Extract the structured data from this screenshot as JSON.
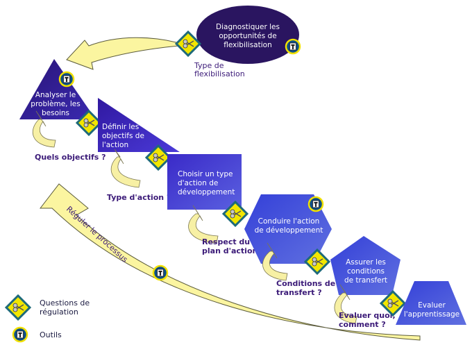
{
  "diagram": {
    "nodes": [
      {
        "id": "diagnostiquer",
        "lines": [
          "Diagnostiquer les",
          "opportunités de",
          "flexibilisation"
        ],
        "shape": "ellipse",
        "color": "#2a1560",
        "has_tool": true
      },
      {
        "id": "analyser",
        "lines": [
          "Analyser le",
          "problème, les",
          "besoins"
        ],
        "shape": "triangle",
        "color": "#2b1a80",
        "has_tool": true
      },
      {
        "id": "definir",
        "lines": [
          "Définir les",
          "objectifs de",
          "l'action"
        ],
        "shape": "right-triangle",
        "color": "#3a20a0",
        "has_tool": false
      },
      {
        "id": "choisir",
        "lines": [
          "Choisir un type",
          "d'action de",
          "développement"
        ],
        "shape": "rectangle",
        "color": "#3a24b8",
        "has_tool": false
      },
      {
        "id": "conduire",
        "lines": [
          "Conduire l'action",
          "de développement"
        ],
        "shape": "hexagon",
        "color": "#3c40d0",
        "has_tool": true
      },
      {
        "id": "assurer",
        "lines": [
          "Assurer les",
          "conditions",
          "de transfert"
        ],
        "shape": "pentagon",
        "color": "#4550d8",
        "has_tool": false
      },
      {
        "id": "evaluer",
        "lines": [
          "Evaluer",
          "l'apprentissage"
        ],
        "shape": "trapezoid",
        "color": "#4a5ad8",
        "has_tool": false
      }
    ],
    "questions": [
      {
        "id": "type-flexibilisation",
        "lines": [
          "Type de",
          "flexibilisation"
        ]
      },
      {
        "id": "quels-objectifs",
        "lines": [
          "Quels objectifs ?"
        ]
      },
      {
        "id": "type-action",
        "lines": [
          "Type d'action ?"
        ]
      },
      {
        "id": "respect-plan",
        "lines": [
          "Respect du",
          "plan d'action ?"
        ]
      },
      {
        "id": "conditions-transfert",
        "lines": [
          "Conditions de",
          "transfert ?"
        ]
      },
      {
        "id": "evaluer-quoi",
        "lines": [
          "Evaluer quoi,",
          "comment ?"
        ]
      }
    ],
    "feedback_arrow_label": "Réguler le processus",
    "legend": {
      "questions_label_lines": [
        "Questions de",
        "régulation"
      ],
      "tools_label": "Outils"
    },
    "colors": {
      "arrow_yellow": "#fbf5a0",
      "diamond_yellow": "#f2e600",
      "diamond_border": "#1e6a7a",
      "tool_blue": "#0e4f86",
      "tool_ring": "#f0e000",
      "question_text": "#3b1a78"
    }
  }
}
